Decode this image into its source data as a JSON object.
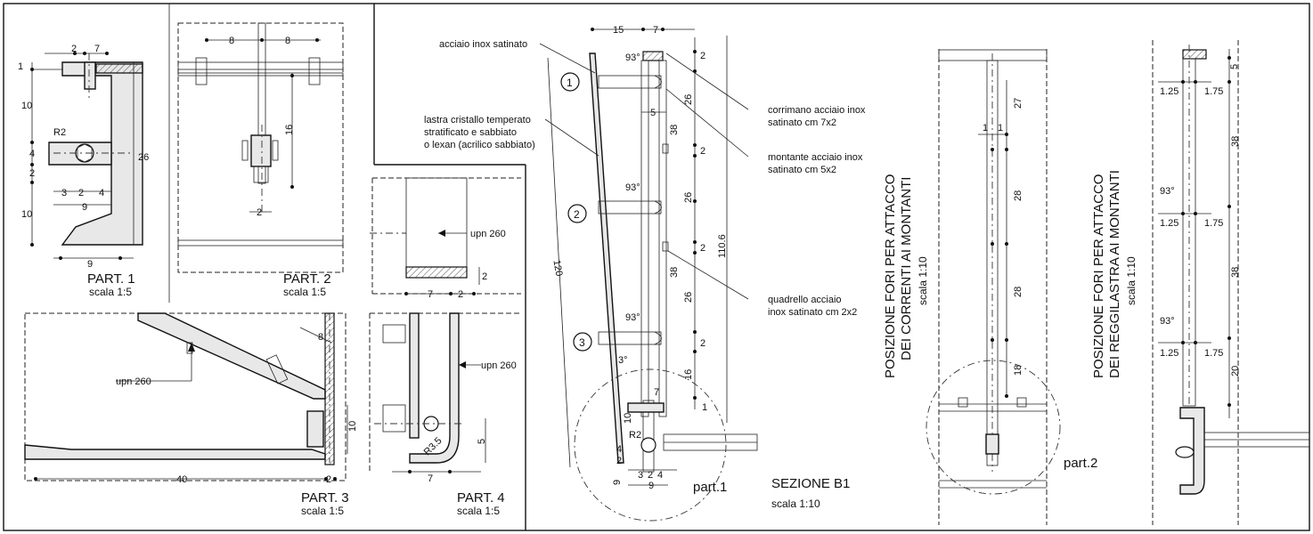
{
  "part1": {
    "title": "PART. 1",
    "scale": "scala 1:5",
    "dims": {
      "d2": "2",
      "d7": "7",
      "d1": "1",
      "d10a": "10",
      "r2": "R2",
      "d4": "4",
      "d2b": "2",
      "d3": "3",
      "d2c": "2",
      "d4b": "4",
      "d9a": "9",
      "d10b": "10",
      "d26": "26",
      "d9b": "9"
    }
  },
  "part2": {
    "title": "PART. 2",
    "scale": "scala 1:5",
    "dims": {
      "d8a": "8",
      "d8b": "8",
      "d16": "16",
      "d2": "2"
    }
  },
  "part3": {
    "title": "PART. 3",
    "scale": "scala 1:5",
    "label": "upn 260",
    "dims": {
      "d8": "8",
      "d10": "10",
      "d40": "40",
      "d2": "2"
    }
  },
  "part4": {
    "title": "PART. 4",
    "scale": "scala 1:5",
    "label": "upn 260",
    "dims": {
      "r35": "R3.5",
      "d5": "5",
      "d7": "7"
    }
  },
  "part_upn": {
    "label": "upn 260",
    "dims": {
      "d7": "7",
      "d2a": "2",
      "d2b": "2"
    }
  },
  "section": {
    "title": "SEZIONE B1",
    "scale": "scala 1:10",
    "detail_label": "part.1",
    "callouts": {
      "steel": "acciaio inox satinato",
      "glass1": "lastra cristallo temperato",
      "glass2": "stratificato e sabbiato",
      "glass3": "o lexan (acrilico sabbiato)",
      "handrail1": "corrimano acciaio inox",
      "handrail2": "satinato cm 7x2",
      "post1": "montante acciaio inox",
      "post2": "satinato cm 5x2",
      "bar1": "quadrello acciaio",
      "bar2": "inox satinato cm 2x2"
    },
    "markers": [
      "1",
      "2",
      "3"
    ],
    "dims": {
      "d15": "15",
      "d7": "7",
      "d2a": "2",
      "d26a": "26",
      "d5": "5",
      "d38a": "38",
      "d2b": "2",
      "d26b": "26",
      "d2c": "2",
      "d38b": "38",
      "d26c": "26",
      "d2d": "2",
      "d16": "16",
      "d1": "1",
      "d1106": "110.6",
      "d120": "120",
      "a93a": "93°",
      "a93b": "93°",
      "a93c": "93°",
      "a3": "3°",
      "d7b": "7",
      "d10": "10",
      "r2": "R2",
      "d4": "4",
      "d2e": "2",
      "d9v": "9",
      "d3": "3",
      "d2f": "2",
      "d4b": "4",
      "d9h": "9"
    }
  },
  "posts": {
    "title1": "POSIZIONE FORI PER ATTACCO",
    "title2": "DEI CORRENTI AI MONTANTI",
    "scale": "scala 1:10",
    "detail_label": "part.2",
    "dims": {
      "d27": "27",
      "d1a": "1",
      "d1b": "1",
      "d28a": "28",
      "d28b": "28",
      "d18": "18"
    }
  },
  "reggi": {
    "title1": "POSIZIONE FORI PER ATTACCO",
    "title2": "DEI REGGILASTRA AI MONTANTI",
    "scale": "scala 1:10",
    "dims": {
      "d5": "5",
      "d125a": "1.25",
      "d175a": "1.75",
      "d38a": "38",
      "a93a": "93°",
      "d125b": "1.25",
      "d175b": "1.75",
      "d38b": "38",
      "a93b": "93°",
      "d125c": "1.25",
      "d175c": "1.75",
      "d20": "20"
    }
  }
}
